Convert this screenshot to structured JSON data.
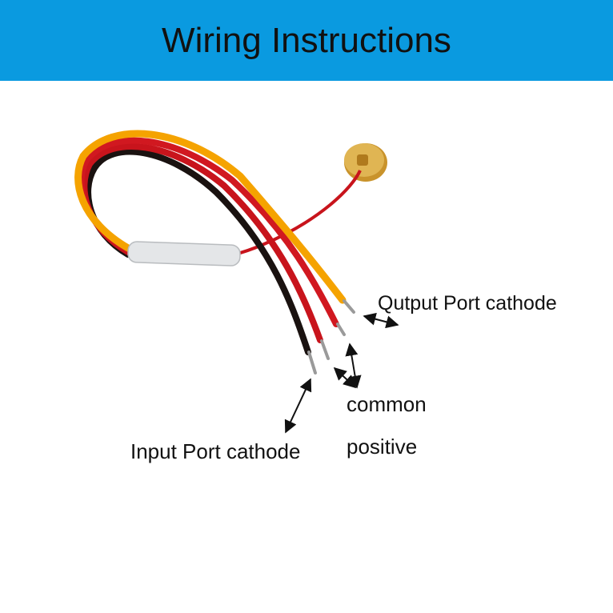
{
  "header": {
    "title": "Wiring Instructions",
    "background": "#0a9ae0"
  },
  "labels": {
    "output": "Qutput Port cathode",
    "common": "common",
    "positive": "positive",
    "input": "Input Port cathode"
  },
  "colors": {
    "yellow_wire": "#f5a300",
    "red_wire": "#c8141c",
    "black_wire": "#1a1210",
    "disc": "#d7a640",
    "sleeve": "#e4e6e8"
  }
}
